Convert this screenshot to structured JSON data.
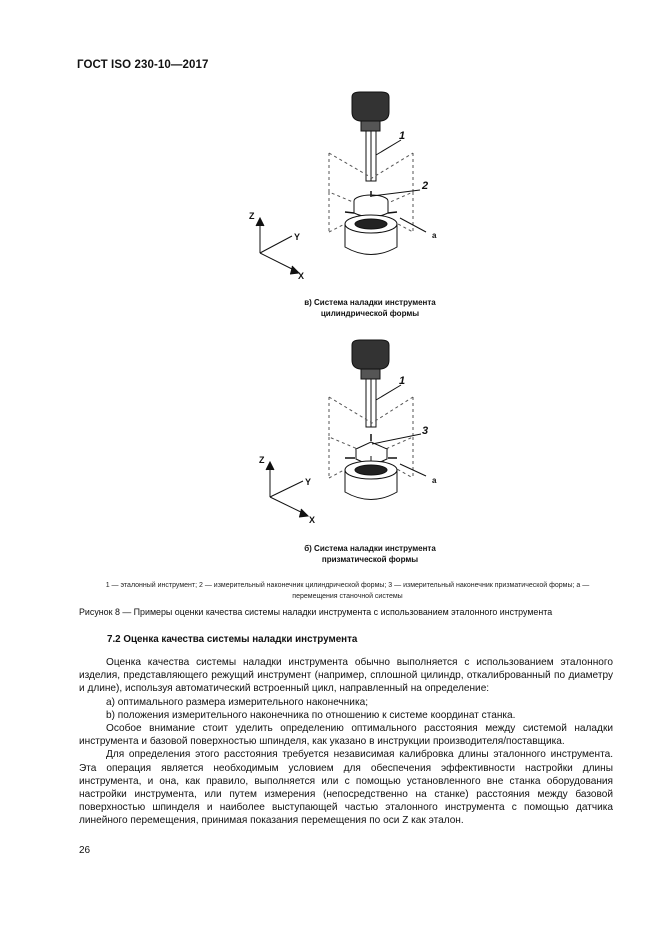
{
  "header": {
    "standard": "ГОСТ ISO 230-10—2017"
  },
  "figure": {
    "a": {
      "caption_line1": "в) Система наладки инструмента",
      "caption_line2": "цилиндрической формы",
      "label_tool": "1",
      "label_tip": "2",
      "label_move": "a"
    },
    "b": {
      "caption_line1": "б) Система наладки инструмента",
      "caption_line2": "призматической формы",
      "label_tool": "1",
      "label_tip": "3",
      "label_move": "a"
    },
    "axes": {
      "z": "Z",
      "y": "Y",
      "x": "X"
    },
    "legend": "1 — эталонный инструмент; 2 — измерительный наконечник цилиндрической формы; 3 — измерительный наконечник призматической формы; a — перемещения станочной системы",
    "title": "Рисунок 8 — Примеры оценки качества системы наладки инструмента с использованием эталонного инструмента"
  },
  "section": {
    "heading": "7.2 Оценка качества системы наладки инструмента",
    "paragraphs": [
      "Оценка качества системы наладки инструмента обычно выполняется с использованием эталонного изделия, представляющего режущий инструмент (например, сплошной цилиндр, откалиброванный по диаметру и длине), используя автоматический встроенный цикл, направленный на определение:",
      "a) оптимального размера измерительного наконечника;",
      "b) положения измерительного наконечника по отношению к системе координат станка.",
      "Особое внимание стоит уделить определению оптимального расстояния между системой наладки инструмента и базовой поверхностью шпинделя, как указано в инструкции производителя/поставщика.",
      "Для определения этого расстояния требуется независимая калибровка длины эталонного инструмента. Эта операция является необходимым условием для обеспечения эффективности настройки длины инструмента, и она, как правило, выполняется или с помощью установленного вне станка оборудования настройки инструмента, или путем измерения (непосредственно на станке) расстояния между базовой поверхностью шпинделя и наиболее выступающей частью эталонного инструмента с помощью датчика линейного перемещения, принимая показания перемещения по оси Z как эталон."
    ]
  },
  "page_number": "26"
}
